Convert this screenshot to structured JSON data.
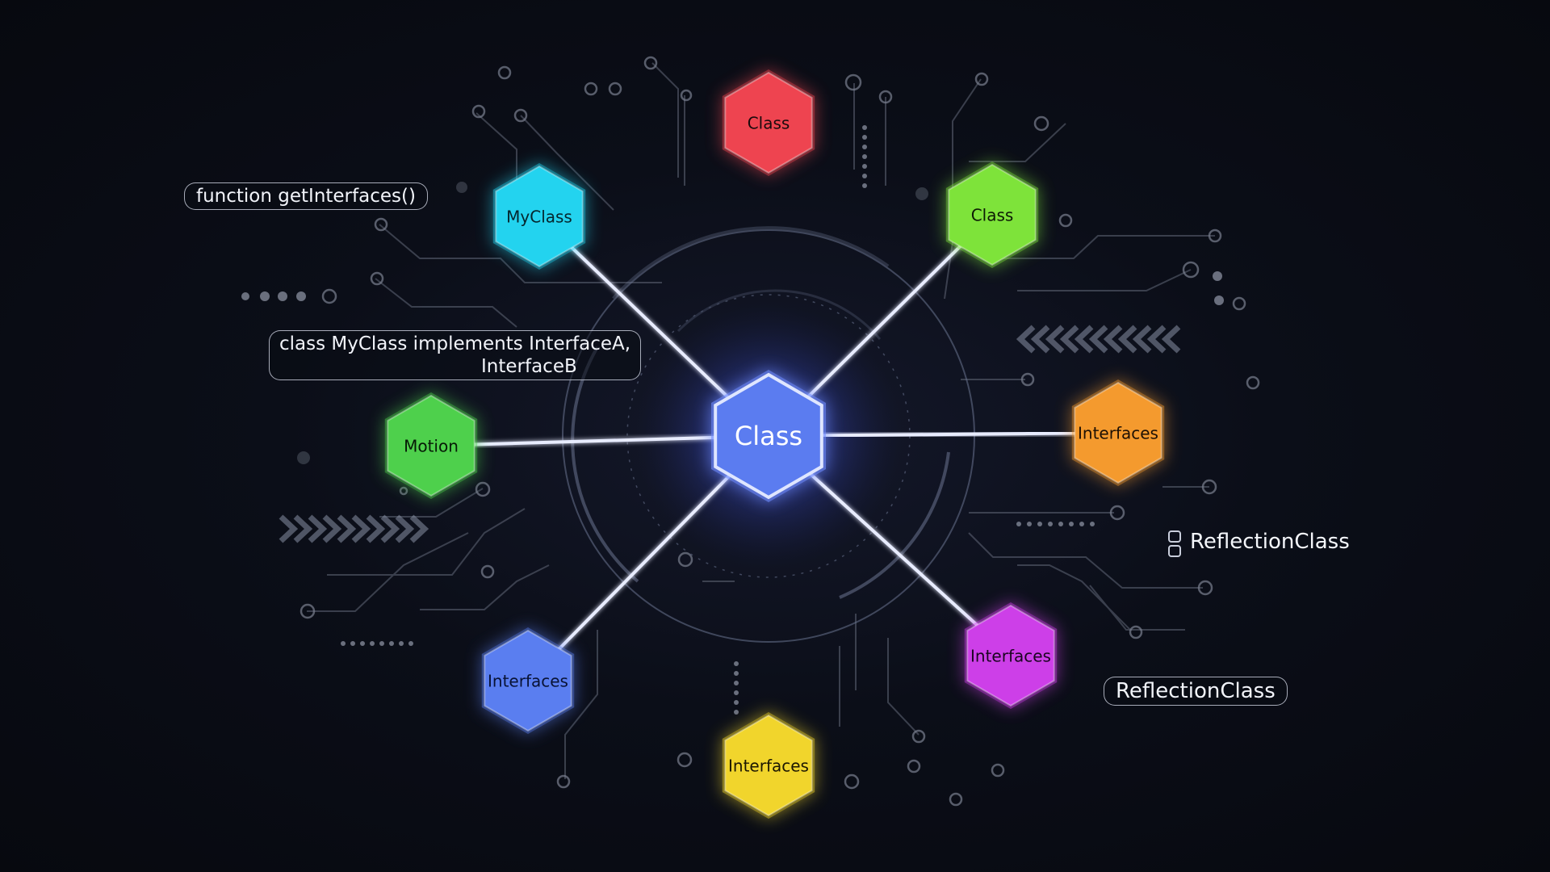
{
  "diagram": {
    "center": {
      "label": "Class",
      "color": "#5b7cf0"
    },
    "nodes": [
      {
        "id": "node-class-top",
        "label": "Class",
        "color": "#ee4450",
        "text_color": "#1a0a0c"
      },
      {
        "id": "node-class-topright",
        "label": "Class",
        "color": "#7ee33a",
        "text_color": "#0d1a05"
      },
      {
        "id": "node-interfaces-right",
        "label": "Interfaces",
        "color": "#f49a2e",
        "text_color": "#1d1004"
      },
      {
        "id": "node-interfaces-bottomright",
        "label": "Interfaces",
        "color": "#cd3fe8",
        "text_color": "#1a0520"
      },
      {
        "id": "node-interfaces-bottom",
        "label": "Interfaces",
        "color": "#f1d52c",
        "text_color": "#1c1702"
      },
      {
        "id": "node-interfaces-bottomleft",
        "label": "Interfaces",
        "color": "#5a7ef0",
        "text_color": "#081234"
      },
      {
        "id": "node-motion-left",
        "label": "Motion",
        "color": "#4ed04c",
        "text_color": "#061a06"
      },
      {
        "id": "node-myclass-topleft",
        "label": "MyClass",
        "color": "#23d3ef",
        "text_color": "#05262d"
      }
    ],
    "callouts": {
      "get_interfaces": "function getInterfaces()",
      "myclass_line1": "class MyClass implements InterfaceA,",
      "myclass_line2": "InterfaceB",
      "reflection_top": "ReflectionClass",
      "reflection_bottom": "ReflectionClass"
    }
  }
}
